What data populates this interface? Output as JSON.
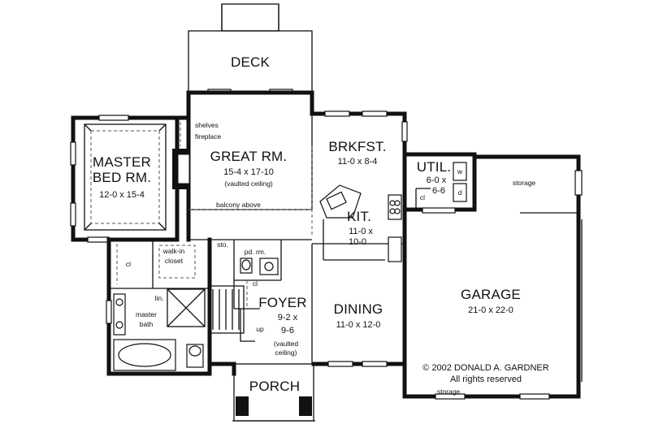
{
  "rooms": {
    "deck": {
      "name": "DECK"
    },
    "great_room": {
      "name": "GREAT RM.",
      "dims": "15-4 x 17-10",
      "note": "(vaulted ceiling)"
    },
    "master_bed": {
      "name_line1": "MASTER",
      "name_line2": "BED RM.",
      "dims": "12-0 x 15-4"
    },
    "brkfst": {
      "name": "BRKFST.",
      "dims": "11-0 x 8-4"
    },
    "kitchen": {
      "name": "KIT.",
      "dims_line1": "11-0 x",
      "dims_line2": "10-0"
    },
    "util": {
      "name": "UTIL.",
      "dims_line1": "6-0 x",
      "dims_line2": "6-6"
    },
    "garage": {
      "name": "GARAGE",
      "dims": "21-0 x 22-0"
    },
    "dining": {
      "name": "DINING",
      "dims": "11-0 x 12-0"
    },
    "foyer": {
      "name": "FOYER",
      "dims_line1": "9-2 x",
      "dims_line2": "9-6",
      "note_line1": "(vaulted",
      "note_line2": "ceiling)"
    },
    "porch": {
      "name": "PORCH"
    },
    "master_bath": {
      "name_line1": "master",
      "name_line2": "bath"
    },
    "walk_in_closet": {
      "name_line1": "walk-in",
      "name_line2": "closet"
    },
    "powder_room": {
      "name": "pd. rm."
    }
  },
  "labels": {
    "shelves": "shelves",
    "fireplace": "fireplace",
    "balcony_above": "balcony above",
    "storage_top": "storage",
    "storage_bottom": "storage",
    "sto": "sto.",
    "cl_bed": "cl",
    "cl_foyer": "cl",
    "cl_util": "cl",
    "lin": "lin.",
    "up": "up",
    "washer": "w",
    "dryer": "d"
  },
  "copyright": {
    "line1": "© 2002 DONALD A. GARDNER",
    "line2": "All rights reserved"
  }
}
